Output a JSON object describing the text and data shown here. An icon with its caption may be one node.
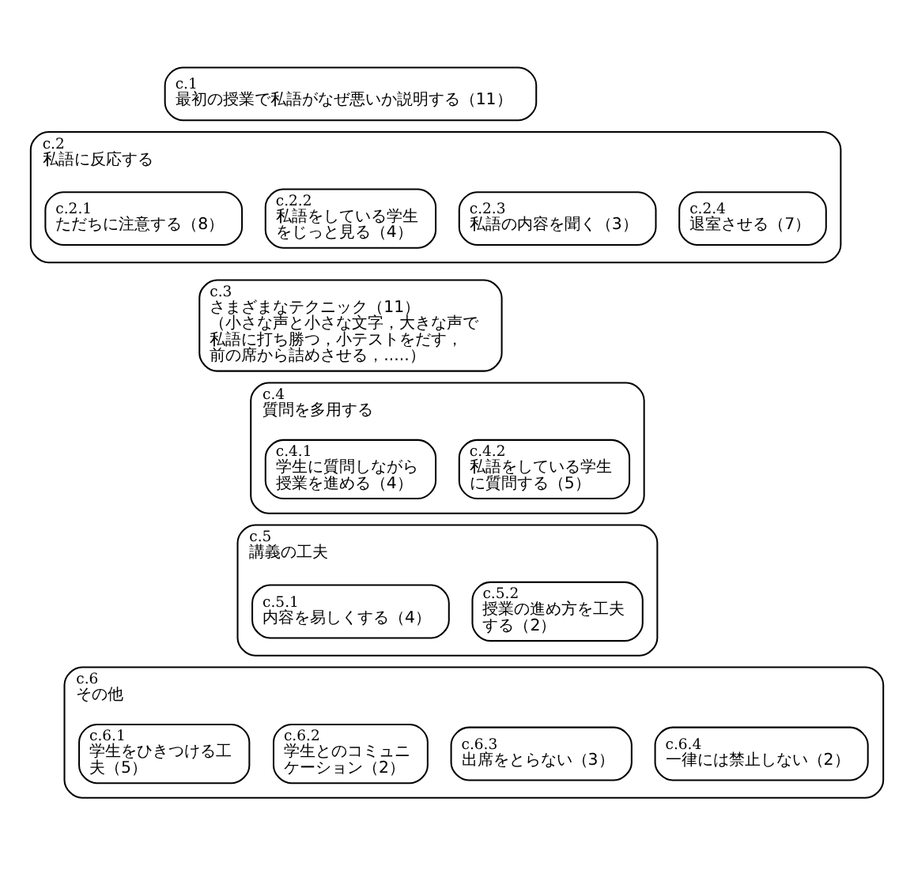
{
  "diagram": {
    "nodes": [
      {
        "text": [
          "c.1",
          "最初の授業で私語がなぜ悪いか説明する（11）"
        ]
      },
      {
        "text": [
          "c.2",
          "私語に反応する"
        ]
      },
      {
        "text": [
          "c.2.1",
          "ただちに注意する（8）"
        ],
        "in": 1
      },
      {
        "text": [
          "c.2.2",
          "私語をしている学生をじっと見る（4）"
        ],
        "in": 1
      },
      {
        "text": [
          "c.2.3",
          "私語の内容を聞く（3）"
        ],
        "in": 1
      },
      {
        "text": [
          "c.2.4",
          "退室させる（7）"
        ],
        "in": 1
      },
      {
        "text": [
          "c.3",
          "さまざまなテクニック（11）",
          "（小さな声と小さな文字，大きな声で私語に打ち勝つ，小テストをだす，前の席から詰めさせる，.....）"
        ]
      },
      {
        "text": [
          "c.4",
          "質問を多用する"
        ]
      },
      {
        "text": [
          "c.4.1",
          "学生に質問しながら授業を進める（4）"
        ],
        "in": 7
      },
      {
        "text": [
          "c.4.2",
          "私語をしている学生に質問する（5）"
        ],
        "in": 7
      },
      {
        "text": [
          "c.5",
          "講義の工夫"
        ]
      },
      {
        "text": [
          "c.5.1",
          "内容を易しくする（4）"
        ],
        "in": 10
      },
      {
        "text": [
          "c.5.2",
          "授業の進め方を工夫する（2）"
        ],
        "in": 10
      },
      {
        "text": [
          "c.6",
          "その他"
        ]
      },
      {
        "text": [
          "c.6.1",
          "学生をひきつける工夫（5）"
        ],
        "in": 13
      },
      {
        "text": [
          "c.6.2",
          "学生とのコミュニケーション（2）"
        ],
        "in": 13
      },
      {
        "text": [
          "c.6.3",
          "出席をとらない（3）"
        ],
        "in": 13
      },
      {
        "text": [
          "c.6.4",
          "一律には禁止しない（2）"
        ],
        "in": 13
      }
    ]
  }
}
